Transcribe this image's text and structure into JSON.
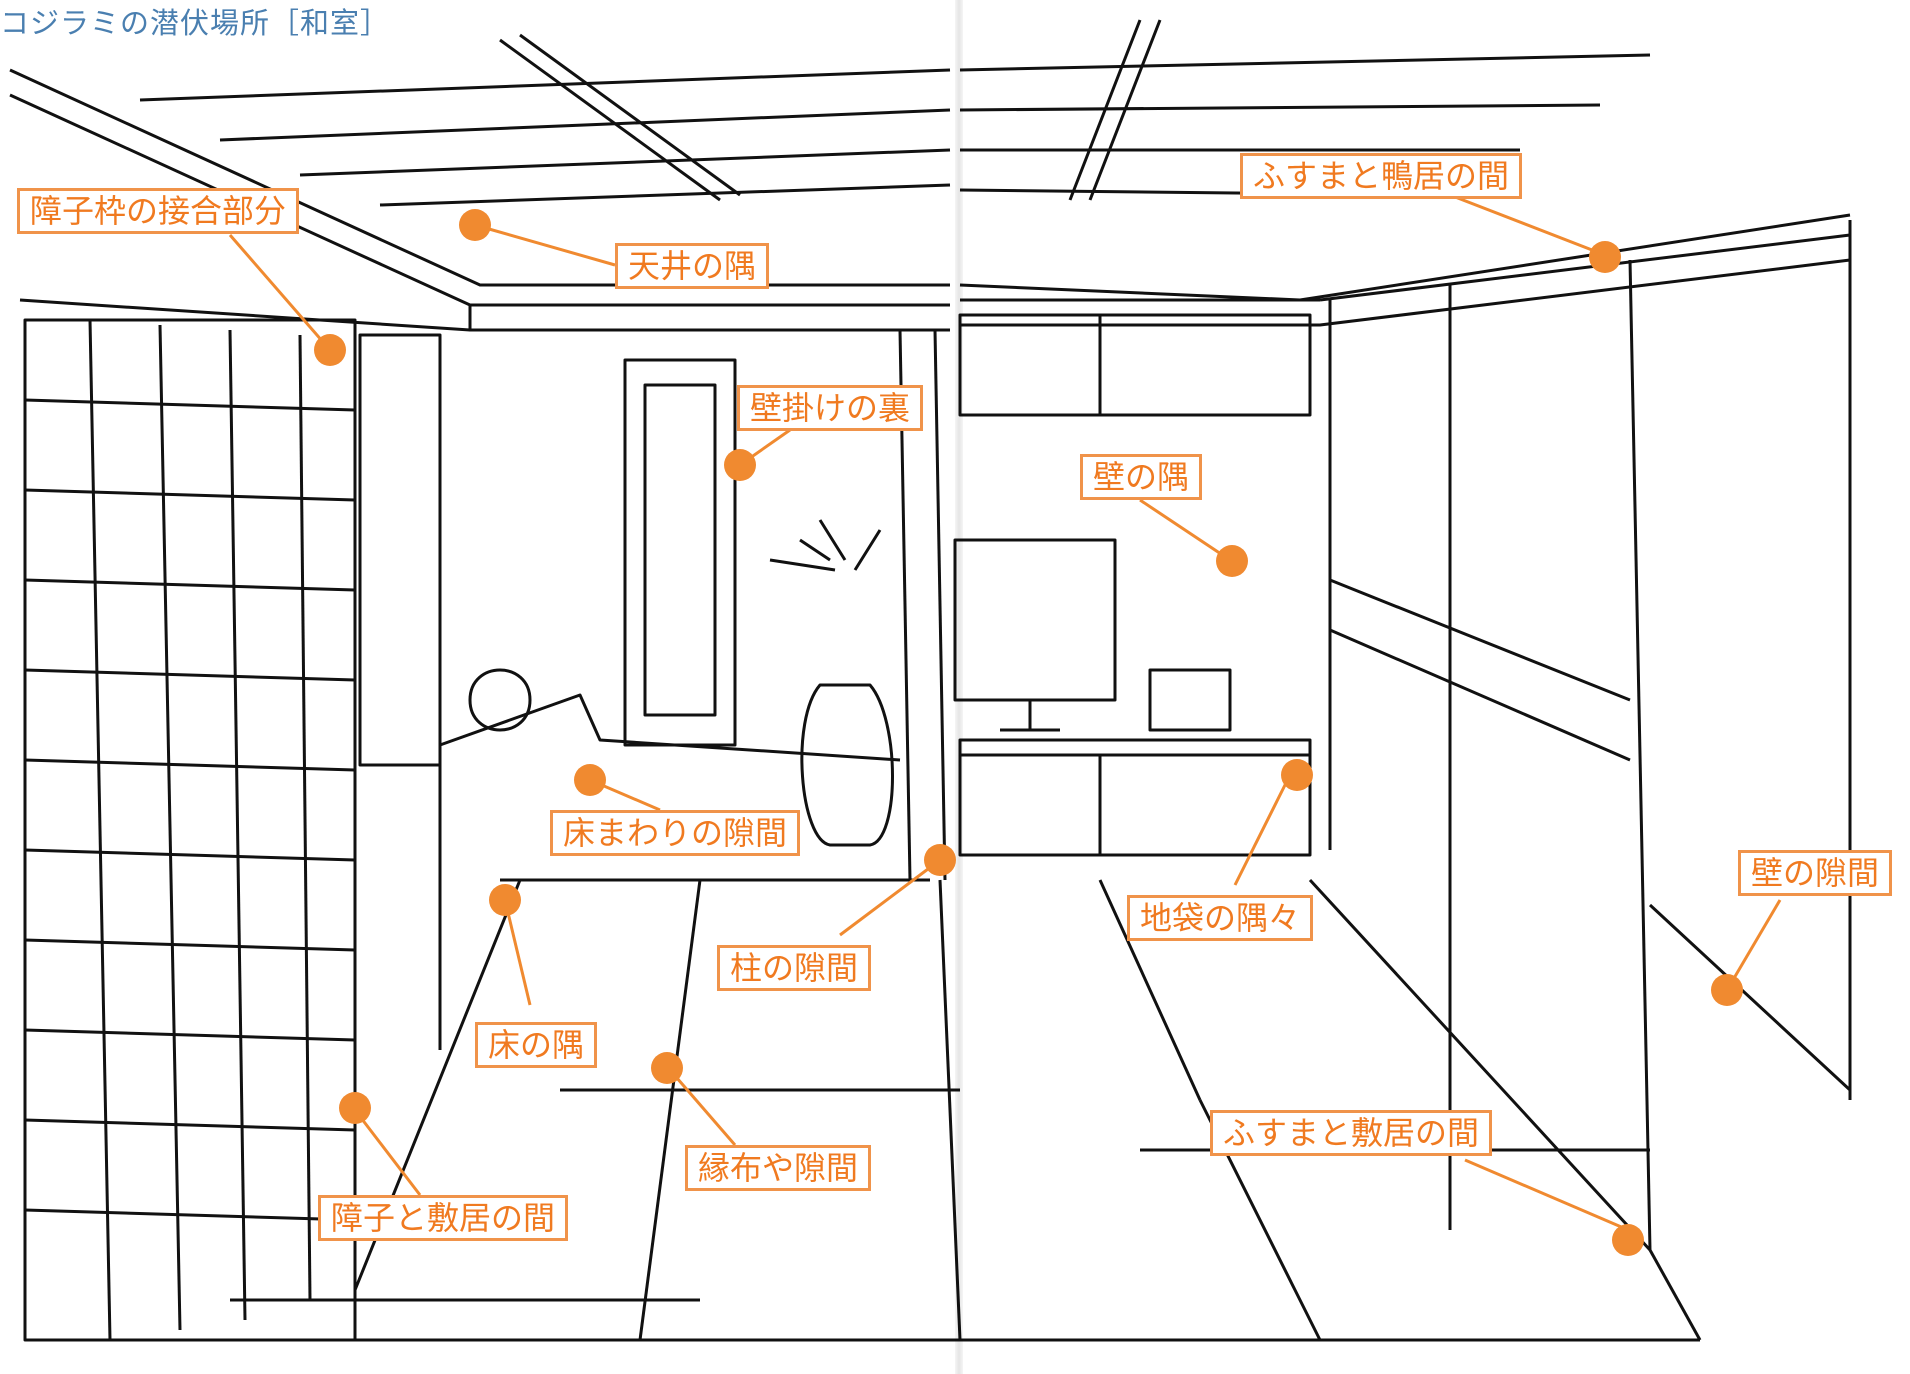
{
  "title": "コジラミの潜伏場所［和室］",
  "colors": {
    "accent": "#f08a30",
    "title": "#4a7fb0",
    "line": "#111111"
  },
  "labels": [
    {
      "id": "shoji-joint",
      "text": "障子枠の接合部分"
    },
    {
      "id": "ceiling-corner",
      "text": "天井の隅"
    },
    {
      "id": "fusuma-kamoi",
      "text": "ふすまと鴨居の間"
    },
    {
      "id": "behind-hanging",
      "text": "壁掛けの裏"
    },
    {
      "id": "wall-corner",
      "text": "壁の隅"
    },
    {
      "id": "floor-edge-gap",
      "text": "床まわりの隙間"
    },
    {
      "id": "pillar-gap",
      "text": "柱の隙間"
    },
    {
      "id": "jibukuro-corners",
      "text": "地袋の隅々"
    },
    {
      "id": "wall-gap",
      "text": "壁の隙間"
    },
    {
      "id": "floor-corner",
      "text": "床の隅"
    },
    {
      "id": "tatami-border-gap",
      "text": "縁布や隙間"
    },
    {
      "id": "fusuma-shikii",
      "text": "ふすまと敷居の間"
    },
    {
      "id": "shoji-shikii",
      "text": "障子と敷居の間"
    }
  ]
}
